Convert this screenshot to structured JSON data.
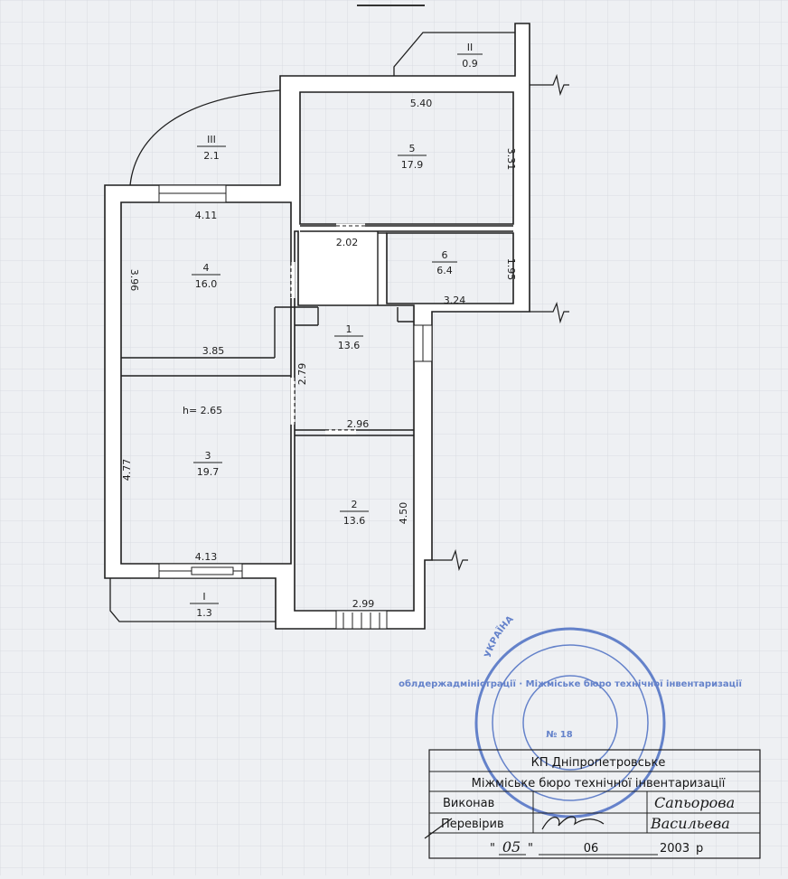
{
  "plan": {
    "height_label": "h= 2.65",
    "rooms": [
      {
        "id": "room-1",
        "number": "1",
        "area": "13.6"
      },
      {
        "id": "room-2",
        "number": "2",
        "area": "13.6"
      },
      {
        "id": "room-3",
        "number": "3",
        "area": "19.7"
      },
      {
        "id": "room-4",
        "number": "4",
        "area": "16.0"
      },
      {
        "id": "room-5",
        "number": "5",
        "area": "17.9"
      },
      {
        "id": "room-6",
        "number": "6",
        "area": "6.4"
      }
    ],
    "balconies": [
      {
        "id": "balcony-1",
        "number": "I",
        "area": "1.3"
      },
      {
        "id": "balcony-2",
        "number": "II",
        "area": "0.9"
      },
      {
        "id": "balcony-3",
        "number": "III",
        "area": "2.1"
      }
    ],
    "dimensions": [
      "5.40",
      "3.31",
      "4.11",
      "3.96",
      "3.85",
      "2.02",
      "1.95",
      "3.24",
      "2.79",
      "2.96",
      "4.77",
      "4.50",
      "4.13",
      "2.99"
    ]
  },
  "stamp": {
    "country": "УКРАЇНА",
    "ring_text": "облдержадміністрації · Міжміське бюро технічної інвентаризації",
    "number": "№ 18"
  },
  "title_block": {
    "org_line1": "КП Дніпропетровське",
    "org_line2": "Міжміське бюро технічної інвентаризації",
    "performed_label": "Виконав",
    "performed_by": "Сапьорова",
    "checked_label": "Перевірив",
    "checked_by": "Васильева",
    "date_day": "05",
    "date_month": "06",
    "date_year": "2003",
    "date_suffix": "р"
  },
  "colors": {
    "paper": "#eef0f3",
    "wall_fill": "#ffffff",
    "line": "#1f1f1f",
    "stamp": "#4d6fc4"
  }
}
